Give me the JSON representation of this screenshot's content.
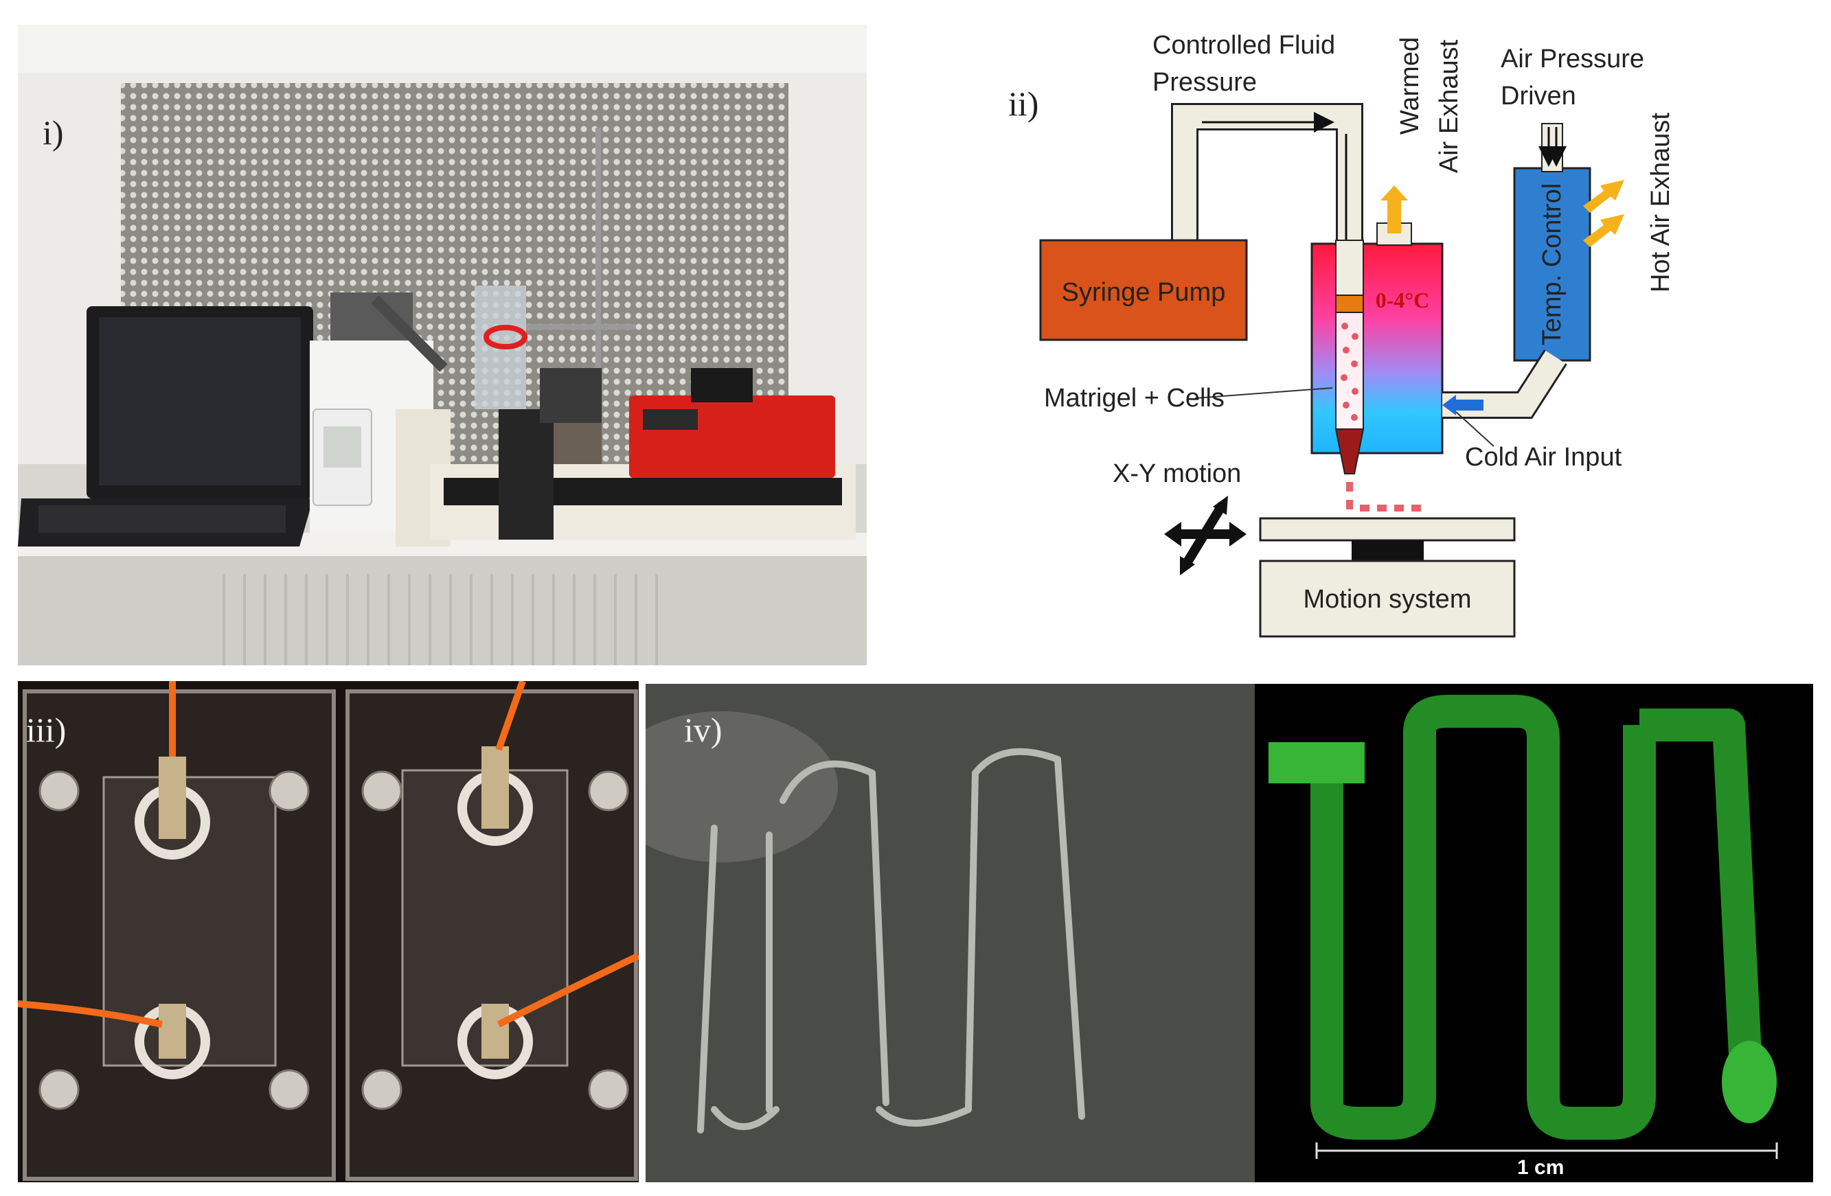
{
  "panels": {
    "i": {
      "label": "i)"
    },
    "ii": {
      "label": "ii)"
    },
    "iii": {
      "label": "iii)"
    },
    "iv": {
      "label": "iv)"
    }
  },
  "diagram": {
    "controlled_fluid_line1": "Controlled Fluid",
    "controlled_fluid_line2": "Pressure",
    "warmed_exhaust_line1": "Warmed",
    "warmed_exhaust_line2": "Air Exhaust",
    "air_pressure_line1": "Air Pressure",
    "air_pressure_line2": "Driven",
    "hot_air_exhaust": "Hot Air Exhaust",
    "syringe_pump": "Syringe Pump",
    "temperature_range": "0-4°C",
    "temp_control": "Temp. Control",
    "matrigel_cells": "Matrigel + Cells",
    "cold_air_input": "Cold Air Input",
    "xy_motion": "X-Y motion",
    "motion_system": "Motion system",
    "colors": {
      "syringe_pump": "#d9531a",
      "temp_control": "#2f7fd0",
      "warm_arrow": "#f5b21b",
      "cold_arrow": "#1f6ed8",
      "tube": "#efece0"
    }
  },
  "scale_bar": {
    "label": "1 cm"
  }
}
